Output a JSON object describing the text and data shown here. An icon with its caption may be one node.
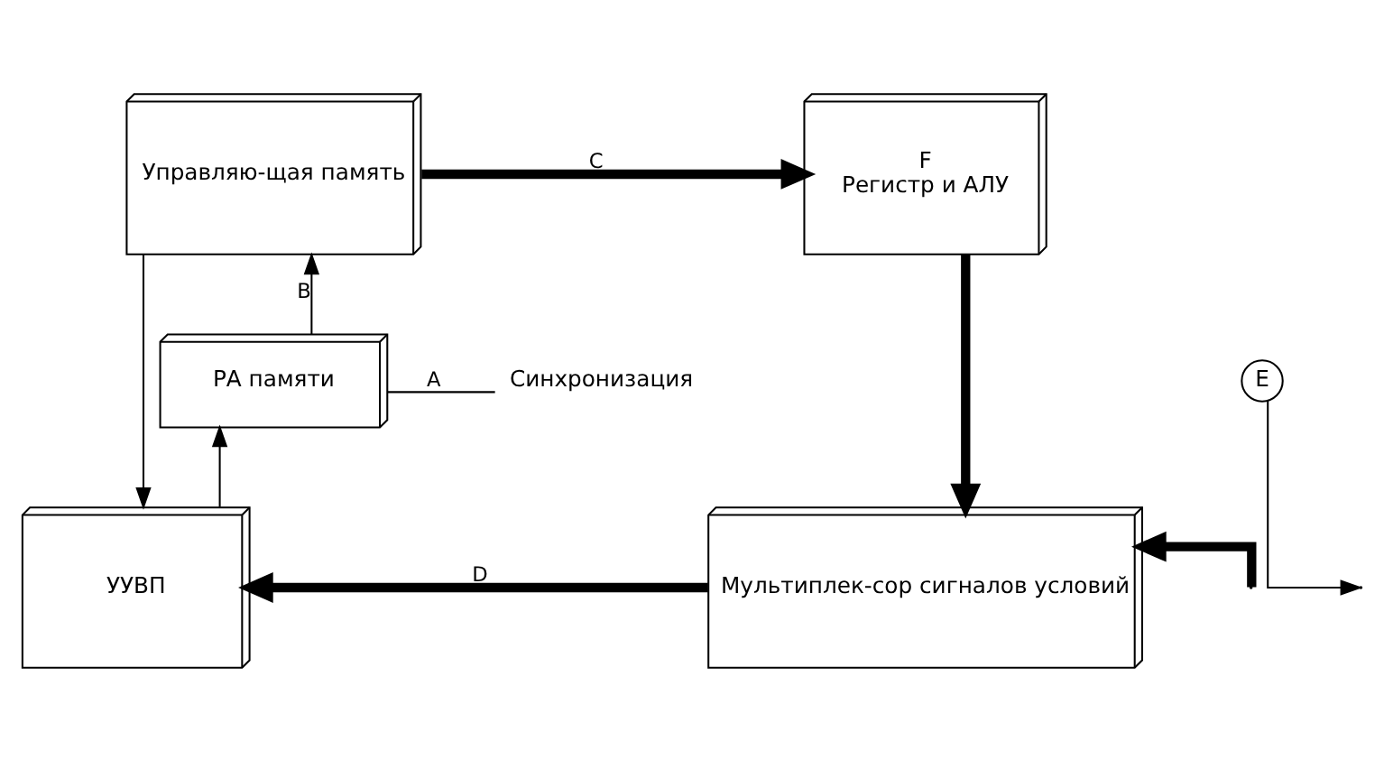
{
  "diagram": {
    "nodes": [
      {
        "text": [
          "Управляю-щая память"
        ]
      },
      {
        "text": [
          "F",
          "Регистр и АЛУ"
        ]
      },
      {
        "text": [
          "РА памяти"
        ]
      },
      {
        "text": [
          "УУВП"
        ]
      },
      {
        "text": [
          "Мультиплек-сор сигналов условий"
        ]
      },
      {
        "text": [
          "Синхронизация"
        ]
      },
      {
        "text": [
          "E"
        ]
      }
    ],
    "edges": [
      {
        "from": 0,
        "to": 1,
        "arrow": "to",
        "label": "C",
        "style": "thick"
      },
      {
        "from": 2,
        "to": 0,
        "arrow": "to",
        "label": "B"
      },
      {
        "from": 5,
        "to": 2,
        "arrow": "none",
        "label": "A"
      },
      {
        "from": 3,
        "to": 2,
        "arrow": "to"
      },
      {
        "from": 0,
        "to": 3,
        "arrow": "to"
      },
      {
        "from": 1,
        "to": 4,
        "arrow": "to",
        "style": "thick"
      },
      {
        "from": 4,
        "to": 3,
        "arrow": "to",
        "label": "D",
        "style": "thick"
      },
      {
        "from": null,
        "to": 4,
        "arrow": "to",
        "style": "thick"
      },
      {
        "from": 6,
        "to": null,
        "arrow": "to"
      }
    ]
  }
}
